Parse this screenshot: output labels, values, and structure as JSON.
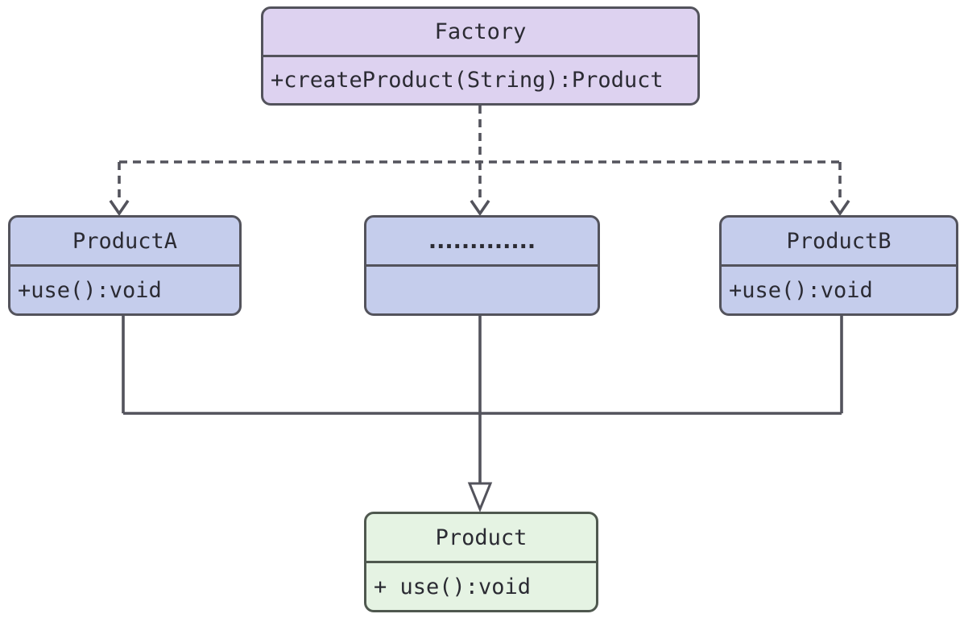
{
  "diagram": {
    "type": "uml-class-diagram",
    "pattern": "Factory pattern",
    "background_color": "#ffffff",
    "line_color": "#53535c",
    "colors": {
      "factory_fill": "#ddd2f0",
      "product_variant_fill": "#c5cdec",
      "product_interface_fill": "#e5f3e3",
      "border": "#53535c",
      "text": "#2b2b33"
    },
    "classes": [
      {
        "id": "factory",
        "title": "Factory",
        "members": [
          "+createProduct(String):Product"
        ]
      },
      {
        "id": "productA",
        "title": "ProductA",
        "members": [
          "+use():void"
        ]
      },
      {
        "id": "ellipsis",
        "title": ".............",
        "members": [
          ""
        ]
      },
      {
        "id": "productB",
        "title": "ProductB",
        "members": [
          "+use():void"
        ]
      },
      {
        "id": "product",
        "title": "Product",
        "members": [
          "+ use():void"
        ]
      }
    ],
    "edges": [
      {
        "from": "Factory",
        "to": "ProductA",
        "style": "dashed",
        "arrowhead": "open-chevron"
      },
      {
        "from": "Factory",
        "to": "ellipsis",
        "style": "dashed",
        "arrowhead": "open-chevron"
      },
      {
        "from": "Factory",
        "to": "ProductB",
        "style": "dashed",
        "arrowhead": "open-chevron"
      },
      {
        "from": "ProductA",
        "to": "Product",
        "style": "solid",
        "arrowhead": "hollow-triangle"
      },
      {
        "from": "ellipsis",
        "to": "Product",
        "style": "solid",
        "arrowhead": "hollow-triangle"
      },
      {
        "from": "ProductB",
        "to": "Product",
        "style": "solid",
        "arrowhead": "hollow-triangle"
      }
    ]
  }
}
